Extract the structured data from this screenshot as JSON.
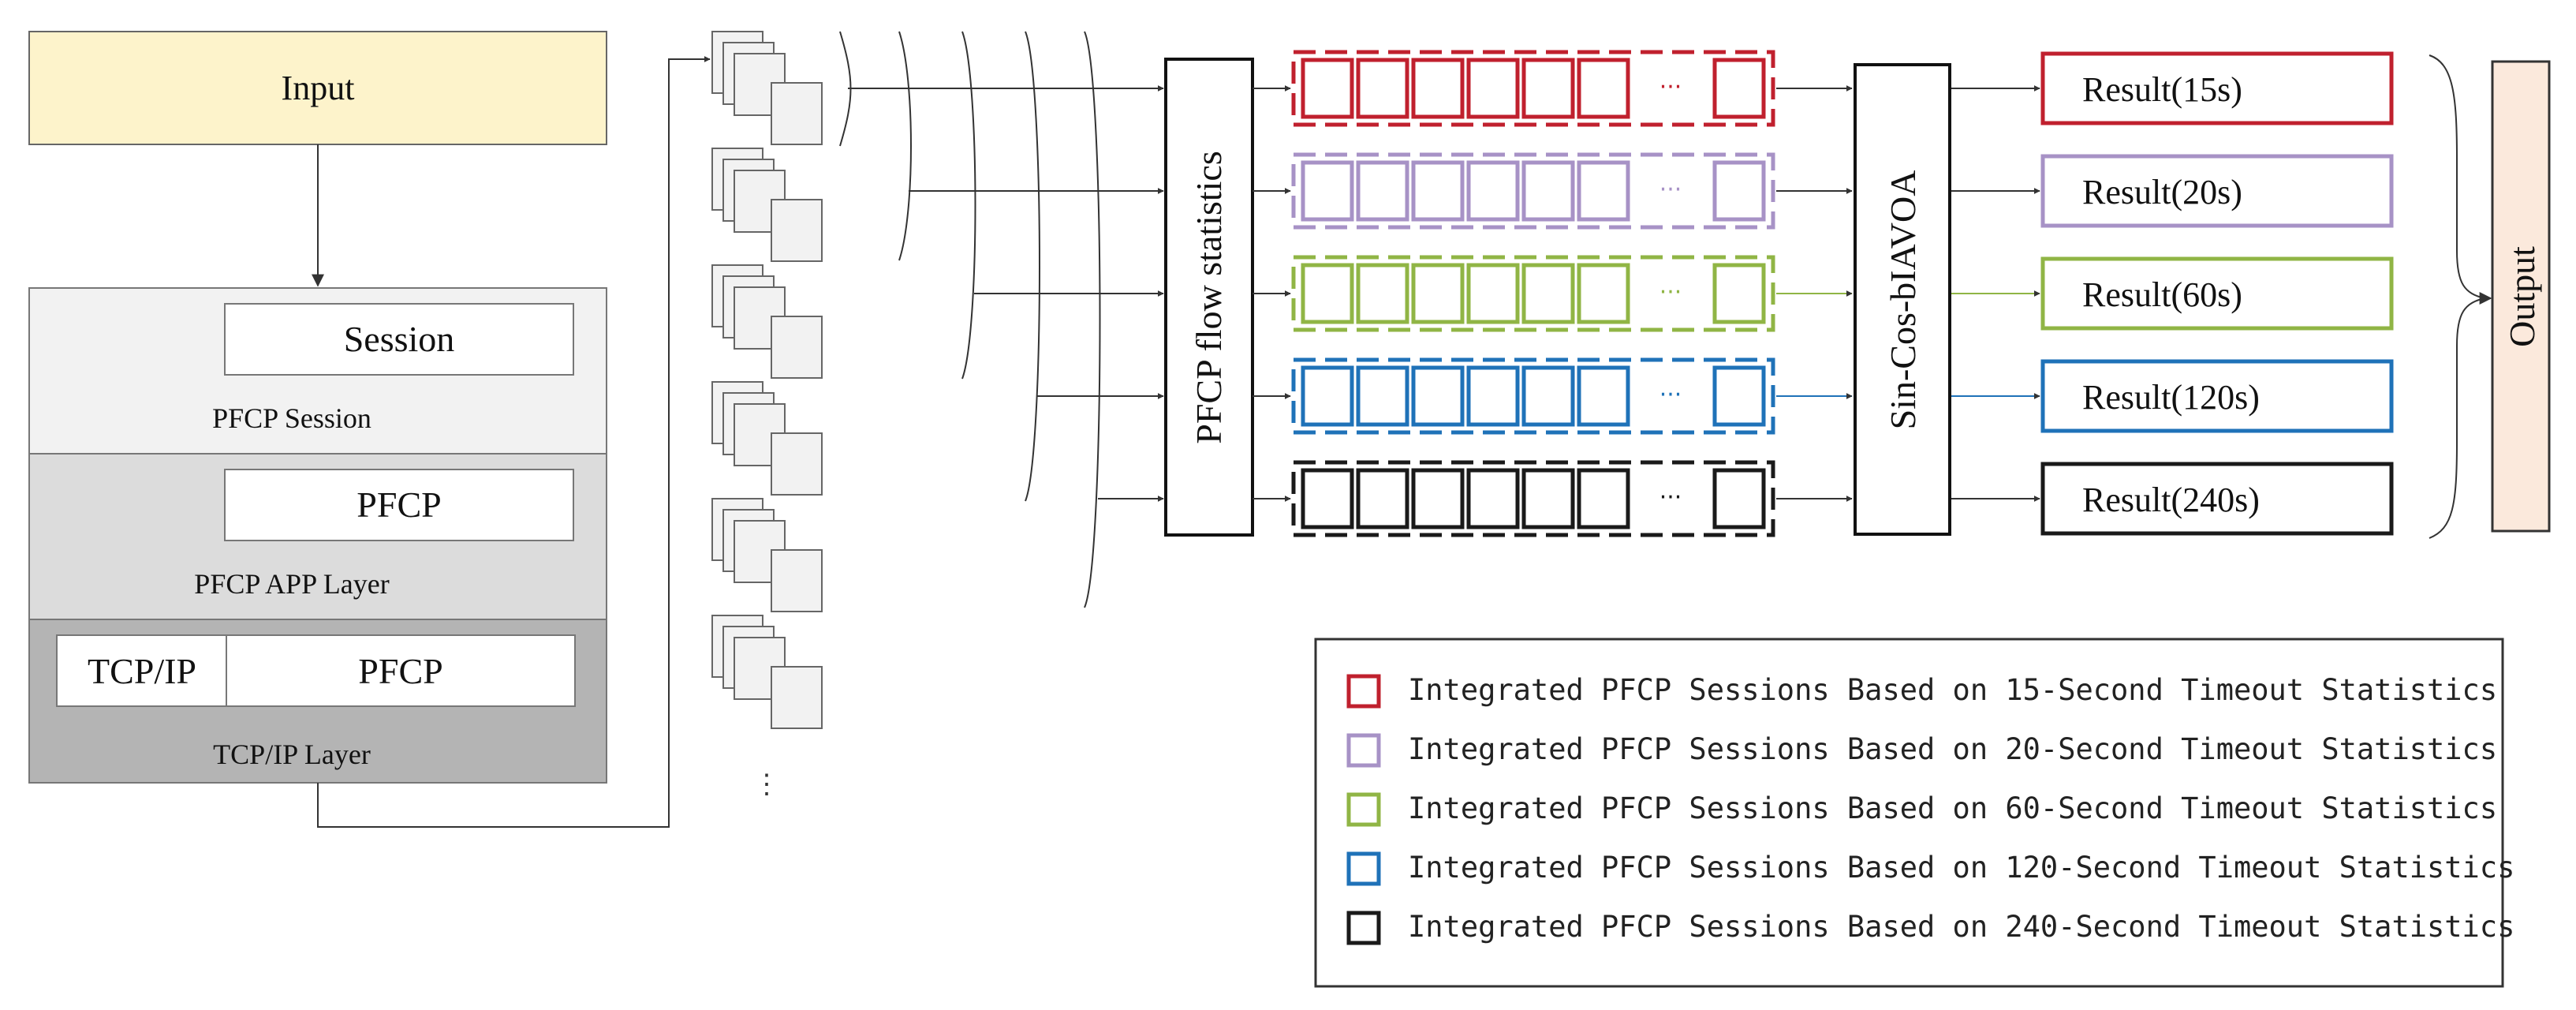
{
  "input": {
    "label": "Input"
  },
  "stack": {
    "session_layer": {
      "box_label": "Session",
      "layer_label": "PFCP Session"
    },
    "app_layer": {
      "box_label": "PFCP",
      "layer_label": "PFCP APP  Layer"
    },
    "tcp_layer": {
      "left_label": "TCP/IP",
      "right_label": "PFCP",
      "layer_label": "TCP/IP Layer"
    }
  },
  "packet_stack_ellipsis": "⋮",
  "flow_statistics": {
    "label": "PFCP flow statistics"
  },
  "sessions_ellipsis": "···",
  "optimizer": {
    "label": "Sin-Cos-bIAVOA"
  },
  "output": {
    "label": "Output"
  },
  "rows": [
    {
      "color": "#c0202e",
      "result": "Result(15s)",
      "legend": "Integrated PFCP Sessions Based on 15-Second Timeout Statistics"
    },
    {
      "color": "#a792c6",
      "result": "Result(20s)",
      "legend": "Integrated PFCP Sessions Based on 20-Second Timeout Statistics"
    },
    {
      "color": "#90b545",
      "result": "Result(60s)",
      "legend": "Integrated PFCP Sessions Based on 60-Second Timeout Statistics"
    },
    {
      "color": "#1f72b8",
      "result": "Result(120s)",
      "legend": "Integrated PFCP Sessions Based on 120-Second Timeout Statistics"
    },
    {
      "color": "#1a1a1a",
      "result": "Result(240s)",
      "legend": "Integrated PFCP Sessions Based on 240-Second Timeout Statistics"
    }
  ],
  "colors": {
    "input_fill": "#fdf3cb",
    "output_fill": "#fbe9dc",
    "layer1": "#f2f2f2",
    "layer2": "#dcdcdc",
    "layer3": "#b4b4b4"
  }
}
